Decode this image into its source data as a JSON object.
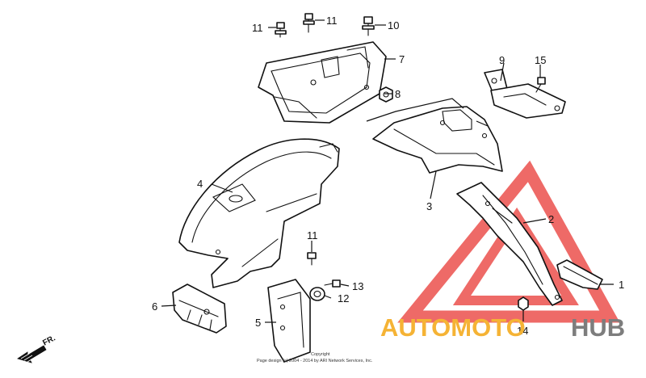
{
  "callouts": {
    "p1": "1",
    "p2": "2",
    "p3": "3",
    "p4": "4",
    "p5": "5",
    "p6": "6",
    "p7": "7",
    "p8": "8",
    "p9": "9",
    "p10": "10",
    "p11a": "11",
    "p11b": "11",
    "p11c": "11",
    "p12": "12",
    "p13": "13",
    "p14": "14",
    "p15": "15"
  },
  "direction_label": "FR.",
  "watermark": {
    "brand_part1": "AUTOMOTO",
    "brand_part2": "HUB",
    "color_part1": "#f5b335",
    "color_part2": "#7d7d7d",
    "triangle_color": "#e8322d"
  },
  "footer": {
    "copyright": "Copyright",
    "credit": "Page design (c) 2004 - 2014 by ARI Network Services, Inc."
  }
}
